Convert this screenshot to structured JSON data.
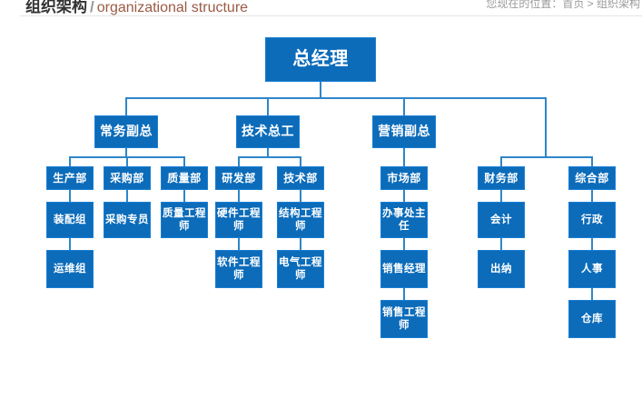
{
  "header": {
    "title_cn": "组织架构",
    "separator": "/",
    "title_en": "organizational structure",
    "breadcrumb": "您现在的位置：首页 > 组织架构"
  },
  "chart_data": {
    "type": "diagram",
    "title": "组织架构",
    "accent_color": "#0c6cba",
    "line_color": "#2e86c8",
    "nodes": [
      {
        "id": "gm",
        "label": "总经理",
        "level": 0
      },
      {
        "id": "evp",
        "label": "常务副总",
        "level": 1
      },
      {
        "id": "cte",
        "label": "技术总工",
        "level": 1
      },
      {
        "id": "mvp",
        "label": "营销副总",
        "level": 1
      },
      {
        "id": "prod",
        "label": "生产部",
        "level": 2
      },
      {
        "id": "purc",
        "label": "采购部",
        "level": 2
      },
      {
        "id": "qual",
        "label": "质量部",
        "level": 2
      },
      {
        "id": "rd",
        "label": "研发部",
        "level": 2
      },
      {
        "id": "tech",
        "label": "技术部",
        "level": 2
      },
      {
        "id": "mkt",
        "label": "市场部",
        "level": 2
      },
      {
        "id": "fin",
        "label": "财务部",
        "level": 2
      },
      {
        "id": "gen",
        "label": "综合部",
        "level": 2
      },
      {
        "id": "asm",
        "label": "装配组",
        "level": 3
      },
      {
        "id": "pspec",
        "label": "采购专员",
        "level": 3
      },
      {
        "id": "qeng",
        "label": "质量工程师",
        "level": 3
      },
      {
        "id": "heng",
        "label": "硬件工程师",
        "level": 3
      },
      {
        "id": "seng",
        "label": "结构工程师",
        "level": 3
      },
      {
        "id": "odir",
        "label": "办事处主任",
        "level": 3
      },
      {
        "id": "acct",
        "label": "会计",
        "level": 3
      },
      {
        "id": "admin",
        "label": "行政",
        "level": 3
      },
      {
        "id": "ops",
        "label": "运维组",
        "level": 4
      },
      {
        "id": "sweng",
        "label": "软件工程师",
        "level": 4
      },
      {
        "id": "eeng",
        "label": "电气工程师",
        "level": 4
      },
      {
        "id": "smgr",
        "label": "销售经理",
        "level": 4
      },
      {
        "id": "cash",
        "label": "出纳",
        "level": 4
      },
      {
        "id": "hr",
        "label": "人事",
        "level": 4
      },
      {
        "id": "sleng",
        "label": "销售工程师",
        "level": 5
      },
      {
        "id": "wh",
        "label": "仓库",
        "level": 5
      }
    ],
    "edges": [
      [
        "gm",
        "evp"
      ],
      [
        "gm",
        "cte"
      ],
      [
        "gm",
        "mvp"
      ],
      [
        "gm",
        "fin"
      ],
      [
        "gm",
        "gen"
      ],
      [
        "evp",
        "prod"
      ],
      [
        "evp",
        "purc"
      ],
      [
        "evp",
        "qual"
      ],
      [
        "cte",
        "rd"
      ],
      [
        "cte",
        "tech"
      ],
      [
        "mvp",
        "mkt"
      ],
      [
        "prod",
        "asm"
      ],
      [
        "purc",
        "pspec"
      ],
      [
        "qual",
        "qeng"
      ],
      [
        "rd",
        "heng"
      ],
      [
        "tech",
        "seng"
      ],
      [
        "mkt",
        "odir"
      ],
      [
        "fin",
        "acct"
      ],
      [
        "gen",
        "admin"
      ],
      [
        "asm",
        "ops"
      ],
      [
        "heng",
        "sweng"
      ],
      [
        "seng",
        "eeng"
      ],
      [
        "odir",
        "smgr"
      ],
      [
        "acct",
        "cash"
      ],
      [
        "admin",
        "hr"
      ],
      [
        "smgr",
        "sleng"
      ],
      [
        "hr",
        "wh"
      ]
    ]
  }
}
